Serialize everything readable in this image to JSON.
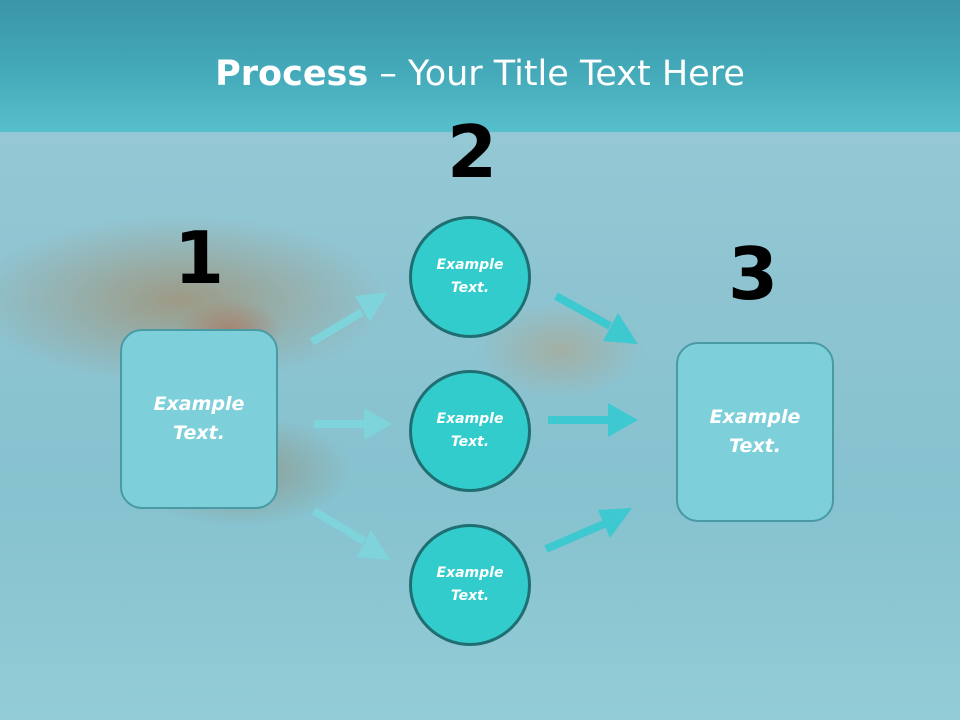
{
  "slide": {
    "title_bold": "Process",
    "title_rest": " – Your Title Text Here"
  },
  "steps": [
    {
      "number": "1"
    },
    {
      "number": "2"
    },
    {
      "number": "3"
    }
  ],
  "left_box": {
    "text": "Example\nText."
  },
  "right_box": {
    "text": "Example\nText."
  },
  "circles": [
    {
      "text": "Example\nText."
    },
    {
      "text": "Example\nText."
    },
    {
      "text": "Example\nText."
    }
  ],
  "colors": {
    "header": "#44aab9",
    "circle_fill": "#33cccc",
    "box_fill": "#7dd0da",
    "arrow": "#4fc6d0"
  }
}
